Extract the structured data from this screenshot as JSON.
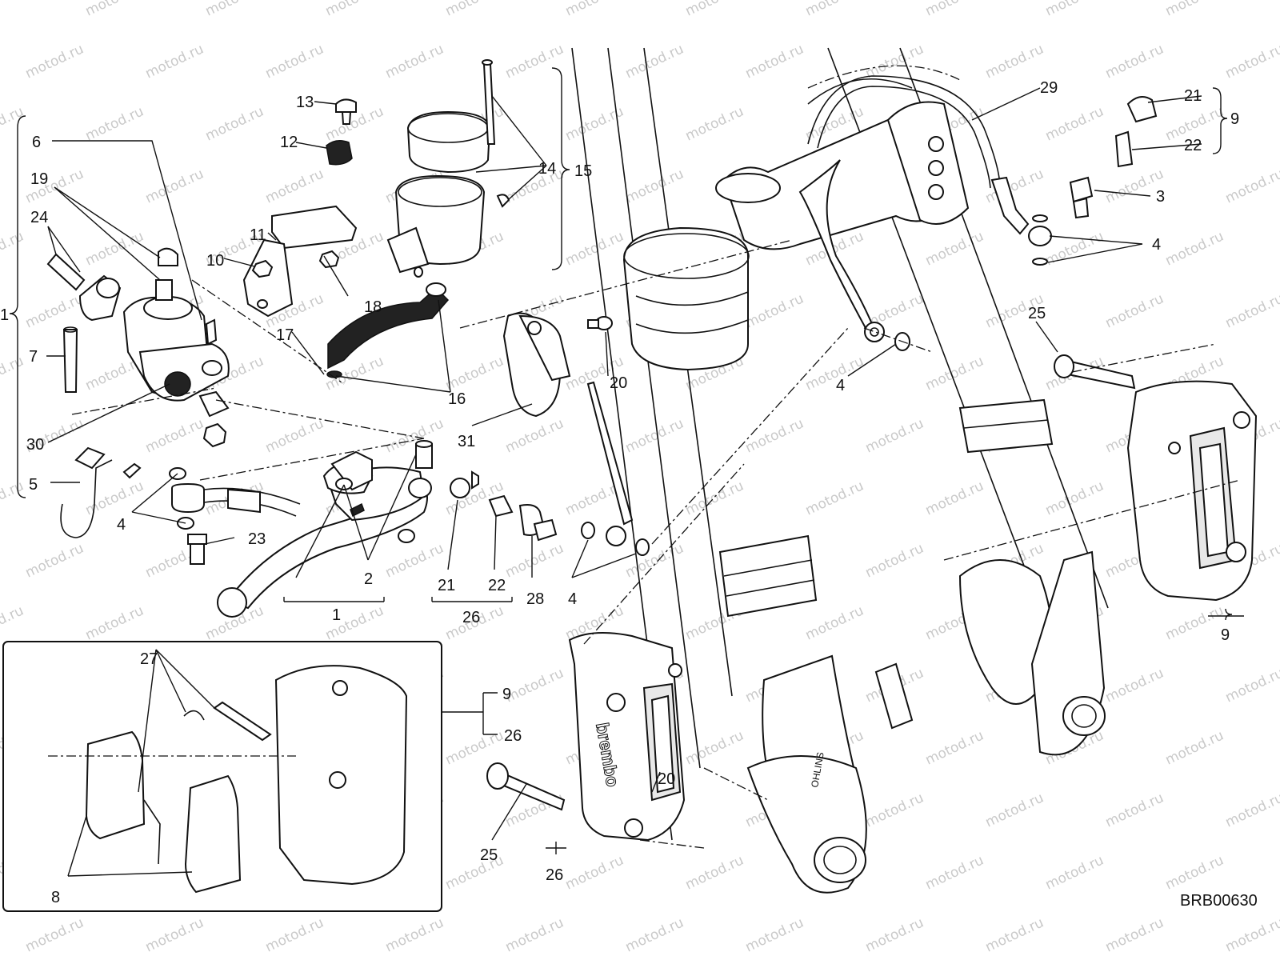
{
  "watermark": "motod.ru",
  "drawing_code": "BRB00630",
  "brand_mark": "brembo",
  "fork_mark": "OHLINS",
  "callouts": [
    {
      "id": "c13",
      "text": "13"
    },
    {
      "id": "c12",
      "text": "12"
    },
    {
      "id": "c6",
      "text": "6"
    },
    {
      "id": "c19",
      "text": "19"
    },
    {
      "id": "c24",
      "text": "24"
    },
    {
      "id": "c11",
      "text": "11"
    },
    {
      "id": "c10",
      "text": "10"
    },
    {
      "id": "c18",
      "text": "18"
    },
    {
      "id": "c17",
      "text": "17"
    },
    {
      "id": "c7",
      "text": "7"
    },
    {
      "id": "c1a",
      "text": "1"
    },
    {
      "id": "c30",
      "text": "30"
    },
    {
      "id": "c5",
      "text": "5"
    },
    {
      "id": "c4a",
      "text": "4"
    },
    {
      "id": "c23",
      "text": "23"
    },
    {
      "id": "c2",
      "text": "2"
    },
    {
      "id": "c1b",
      "text": "1"
    },
    {
      "id": "c14",
      "text": "14"
    },
    {
      "id": "c15",
      "text": "15"
    },
    {
      "id": "c16",
      "text": "16"
    },
    {
      "id": "c20a",
      "text": "20"
    },
    {
      "id": "c31",
      "text": "31"
    },
    {
      "id": "c21a",
      "text": "21"
    },
    {
      "id": "c22a",
      "text": "22"
    },
    {
      "id": "c26a",
      "text": "26"
    },
    {
      "id": "c28",
      "text": "28"
    },
    {
      "id": "c4b",
      "text": "4"
    },
    {
      "id": "c29",
      "text": "29"
    },
    {
      "id": "c4c",
      "text": "4"
    },
    {
      "id": "c21b",
      "text": "21"
    },
    {
      "id": "c22b",
      "text": "22"
    },
    {
      "id": "c9a",
      "text": "9"
    },
    {
      "id": "c3",
      "text": "3"
    },
    {
      "id": "c4d",
      "text": "4"
    },
    {
      "id": "c25a",
      "text": "25"
    },
    {
      "id": "c9b",
      "text": "9"
    },
    {
      "id": "c27",
      "text": "27"
    },
    {
      "id": "c8",
      "text": "8"
    },
    {
      "id": "c9c",
      "text": "9"
    },
    {
      "id": "c26b",
      "text": "26"
    },
    {
      "id": "c20b",
      "text": "20"
    },
    {
      "id": "c25b",
      "text": "25"
    },
    {
      "id": "c26c",
      "text": "26"
    }
  ]
}
